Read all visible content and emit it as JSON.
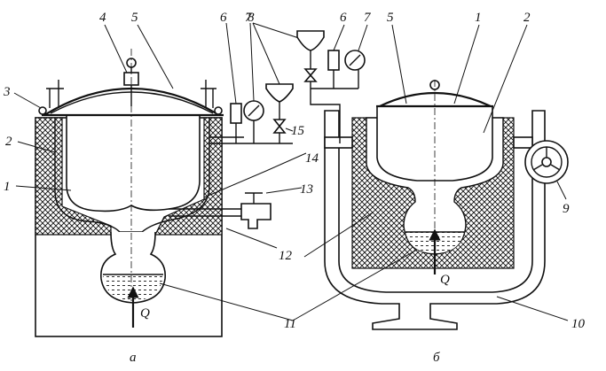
{
  "figure": {
    "panels": [
      {
        "id": "a",
        "caption": "а"
      },
      {
        "id": "b",
        "caption": "б"
      }
    ],
    "labels_a": [
      "1",
      "2",
      "3",
      "4",
      "5",
      "6",
      "7",
      "8",
      "11",
      "12",
      "13",
      "14",
      "15"
    ],
    "labels_b": [
      "1",
      "2",
      "5",
      "6",
      "7",
      "9",
      "10"
    ],
    "heat_symbol": "Q"
  }
}
